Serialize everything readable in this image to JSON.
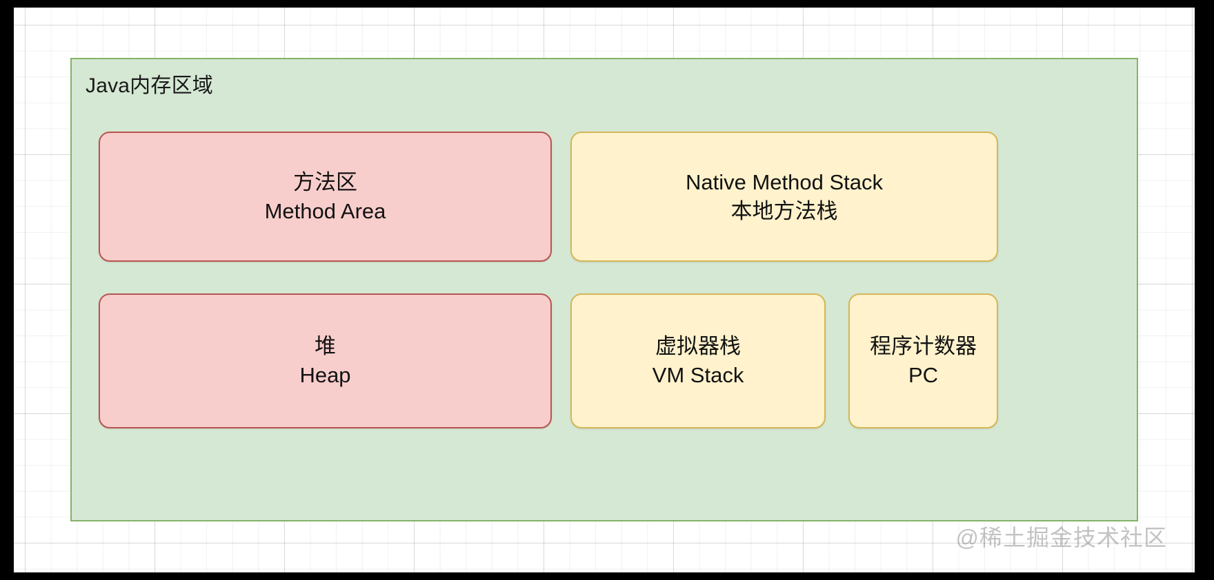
{
  "diagram": {
    "title": "Java内存区域",
    "watermark": "@稀土掘金技术社区",
    "colors": {
      "container_fill": "#d5e8d4",
      "container_stroke": "#82b366",
      "pink_fill": "#f8cecc",
      "pink_stroke": "#b85450",
      "yellow_fill": "#fff2cc",
      "yellow_stroke": "#d6b656",
      "canvas": "#ffffff",
      "frame": "#000000",
      "text": "#121212"
    },
    "rows": [
      {
        "name": "top-row",
        "boxes": [
          {
            "id": "method-area",
            "style": "pink",
            "primary": "方法区",
            "secondary": "Method Area"
          },
          {
            "id": "native-method-stack",
            "style": "yellow",
            "primary": "Native Method Stack",
            "secondary": "本地方法栈"
          }
        ]
      },
      {
        "name": "bottom-row",
        "boxes": [
          {
            "id": "heap",
            "style": "pink",
            "primary": "堆",
            "secondary": "Heap"
          },
          {
            "id": "vm-stack",
            "style": "yellow",
            "primary": "虚拟器栈",
            "secondary": "VM Stack"
          },
          {
            "id": "pc",
            "style": "yellow",
            "primary": "程序计数器",
            "secondary": "PC"
          }
        ]
      }
    ]
  }
}
